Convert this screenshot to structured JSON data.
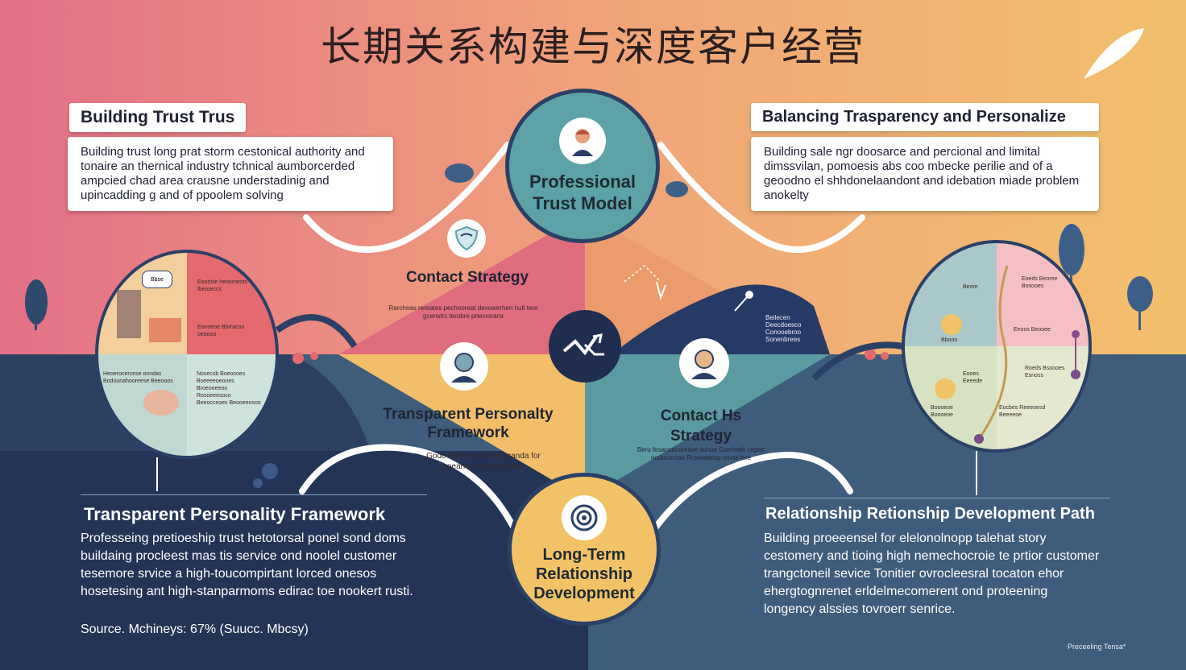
{
  "title": "长期关系构建与深度客户经营",
  "top_left": {
    "header": "Building Trust Trus",
    "body": "Building trust long prat storm cestonical authority and tonaire an thernical industry tchnical aumborcerded ampcied chad area crausne understadinig and upincadding g and of ppoolem solving"
  },
  "top_right": {
    "header": "Balancing Trasparency and Personalize",
    "body": "Building sale ngr doosarce and percional and limital dimssvilan, pomoesis abs coo mbecke perilie and of a geoodno el shhdonelaandont and idebation miade problem anokelty"
  },
  "center_top": {
    "label": "Professional Trust Model"
  },
  "center_bottom": {
    "label": "Long-Term Relationship Development"
  },
  "quad_top": {
    "label": "Contact Strategy",
    "caption": "Rarcheas rereates pechooreat devowerhen hult tere gcenstrc terobre prlecrorans"
  },
  "quad_left": {
    "label": "Transparent Personalty Framework",
    "caption": "Godc Frenerecanis Becanda for soeance exogenpenlk."
  },
  "quad_right": {
    "label": "Contact Hs Strategy",
    "caption": "Beru fesaconcoresse sonoe Crernneh cepoc nodocrnose Rromesiesp mune bxe"
  },
  "quad_right_top_caption": "Beilecen Deecdoesco Conooebroo Sonenbrees",
  "bottom_left": {
    "title": "Transparent Personality Framework",
    "body": "Professeing pretioeship trust hetotorsal ponel sond doms buildaing procleest mas tis service ond noolel customer tesemore srvice a high-toucompirtant lorced onesos hosetesing ant high-stanparmoms edirac toe nookert rusti.",
    "source": "Source. Mchineys: 67% (Suucc. Mbcsy)"
  },
  "bottom_right": {
    "title": "Relationship Retionship Development Path",
    "body": "Building proeeensel for elelonolnopp talehat story cestomery and tioing high nemechocroie te prtior customer trangctoneil sevice Tonitier ovrocleesral tocaton ehor ehergtognrenet erldelmecomerent ond proteening longency alssies tovroerr senrice."
  },
  "footer_note": "Preceeling Tensa*",
  "left_oval": {
    "top_right_text": "Eoodsie heooroests iberoeccs",
    "mid_right_text": "Eonoeoe Bbrracoo oeoooo",
    "bottom_left_text": "Heoerocercese oondas Bodounahooreese Beeooos",
    "bottom_right_text": "Nosecsb Boeocoes Bseeeeoeooes Broeooeeoo Rosoeeesoco Beeocceoes Beooeeosoo",
    "chip_text": "Bbse"
  },
  "right_oval": {
    "tl": "Beore",
    "tr": "Eoeds Beoree Bosooes",
    "ml": "Bbooo",
    "mr": "Eeoos Beooee",
    "bl": "Eooes Eeeede",
    "br": "Roeds Bsoooes Esnoss",
    "bl2": "Boooeoe Boooeoe",
    "br2": "Eocbes Reeeoesd Beeeeoe"
  },
  "colors": {
    "pink": "#e0697a",
    "orange": "#ec9a6a",
    "yellow": "#f1be6a",
    "teal": "#5a9ea0",
    "navy": "#233457",
    "slate": "#3f5f7e"
  }
}
